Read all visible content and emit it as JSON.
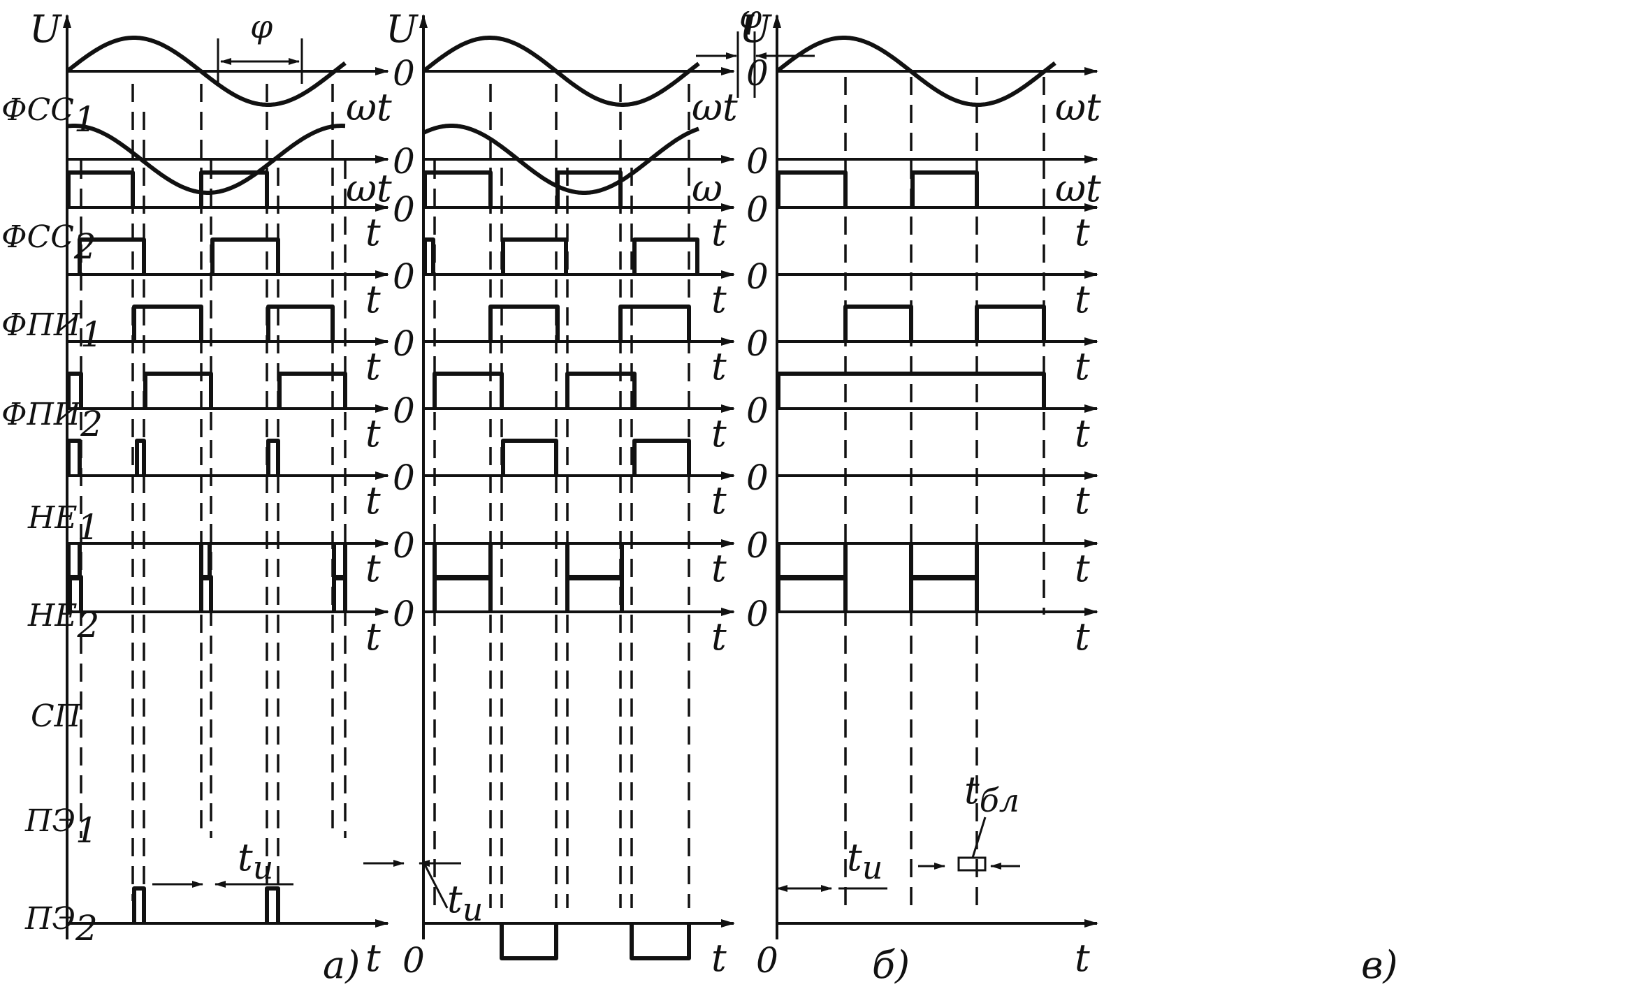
{
  "rows": [
    {
      "label": "ФСС",
      "sub": "1"
    },
    {
      "label": "ФСС",
      "sub": "2"
    },
    {
      "label": "ФПИ",
      "sub": "1"
    },
    {
      "label": "ФПИ",
      "sub": "2"
    },
    {
      "label": "НЕ",
      "sub": "1"
    },
    {
      "label": "НЕ",
      "sub": "2"
    },
    {
      "label": "СП",
      "sub": ""
    },
    {
      "label": "ПЭ",
      "sub": "1"
    },
    {
      "label": "ПЭ",
      "sub": "2"
    }
  ],
  "axis_labels": {
    "y": "U",
    "sine_time": "ωt",
    "sine_time_cut": "ω",
    "time": "t",
    "zero": "0"
  },
  "panels": [
    "а)",
    "б)",
    "в)"
  ],
  "annotations": {
    "phase": "φ",
    "pulse_time": "t",
    "pulse_sub": "и",
    "block_time": "t",
    "block_sub": "бл"
  }
}
